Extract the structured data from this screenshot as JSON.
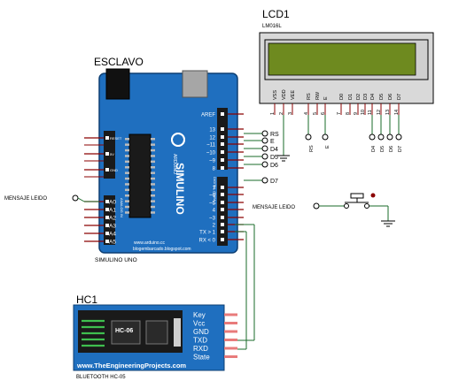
{
  "lcd": {
    "title": "LCD1",
    "model": "LM016L",
    "pins": [
      "VSS",
      "VDD",
      "VEE",
      "RS",
      "RW",
      "E",
      "D0",
      "D1",
      "D2",
      "D3",
      "D4",
      "D5",
      "D6",
      "D7"
    ],
    "pin_numbers": [
      "1",
      "2",
      "3",
      "4",
      "5",
      "6",
      "7",
      "8",
      "9",
      "10",
      "11",
      "12",
      "13",
      "14"
    ],
    "rs_label": "RS",
    "e_label": "E",
    "data_labels": [
      "D4",
      "D5",
      "D6",
      "D7"
    ],
    "screen_color": "#6e8a1f"
  },
  "arduino": {
    "title": "ESCLAVO",
    "caption": "SIMULINO UNO",
    "brand": "SIMULINO",
    "sub_brand": "ARDUINO",
    "site1": "www.arduino.cc",
    "site2": "blogembarcado.blogspot.com",
    "power_pins": [
      "RESET",
      "5V",
      "GND"
    ],
    "analog_pins": [
      "A0",
      "A1",
      "A2",
      "A3",
      "A4",
      "A5"
    ],
    "digital_pins": [
      "AREF",
      "13",
      "12",
      "~11",
      "~10",
      "~9",
      "8",
      "7",
      "~6",
      "~5",
      "4",
      "~3",
      "2",
      "TX > 1",
      "RX < 0"
    ],
    "analog_in_label": "ANALOG IN",
    "digital_label": "DIGITAL (PWM~)",
    "board_color": "#1f6fbf"
  },
  "net_labels": {
    "rs": "RS",
    "e": "E",
    "d4": "D4",
    "d5": "D5",
    "d6": "D6",
    "d7": "D7",
    "mensaje_left": "MENSAJE LEIDO",
    "mensaje_right": "MENSAJE LEIDO"
  },
  "hc": {
    "title": "HC1",
    "chip": "HC-06",
    "pins": [
      "Key",
      "Vcc",
      "GND",
      "TXD",
      "RXD",
      "State"
    ],
    "website": "www.TheEngineeringProjects.com",
    "caption": "BLUETOOTH HC-05",
    "board_color": "#1f6fbf"
  },
  "colors": {
    "wire": "#1a6b2a",
    "pin": "#8b0000",
    "hc_pin": "#e87b7b"
  }
}
